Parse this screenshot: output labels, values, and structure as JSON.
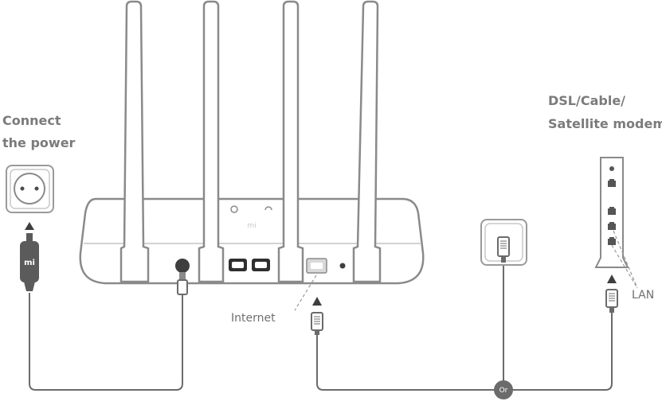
{
  "labels": {
    "power_line1": "Connect",
    "power_line2": "the power",
    "modem_line1": "DSL/Cable/",
    "modem_line2": "Satellite modem",
    "internet": "Internet",
    "lan": "LAN",
    "or": "Or",
    "plug_logo": "mi",
    "router_logo": "mi"
  },
  "colors": {
    "line": "#6b6b6b",
    "device_fill": "#ffffff",
    "device_stroke": "#8a8a8a",
    "dark": "#555555",
    "text": "#7b7b7b"
  }
}
